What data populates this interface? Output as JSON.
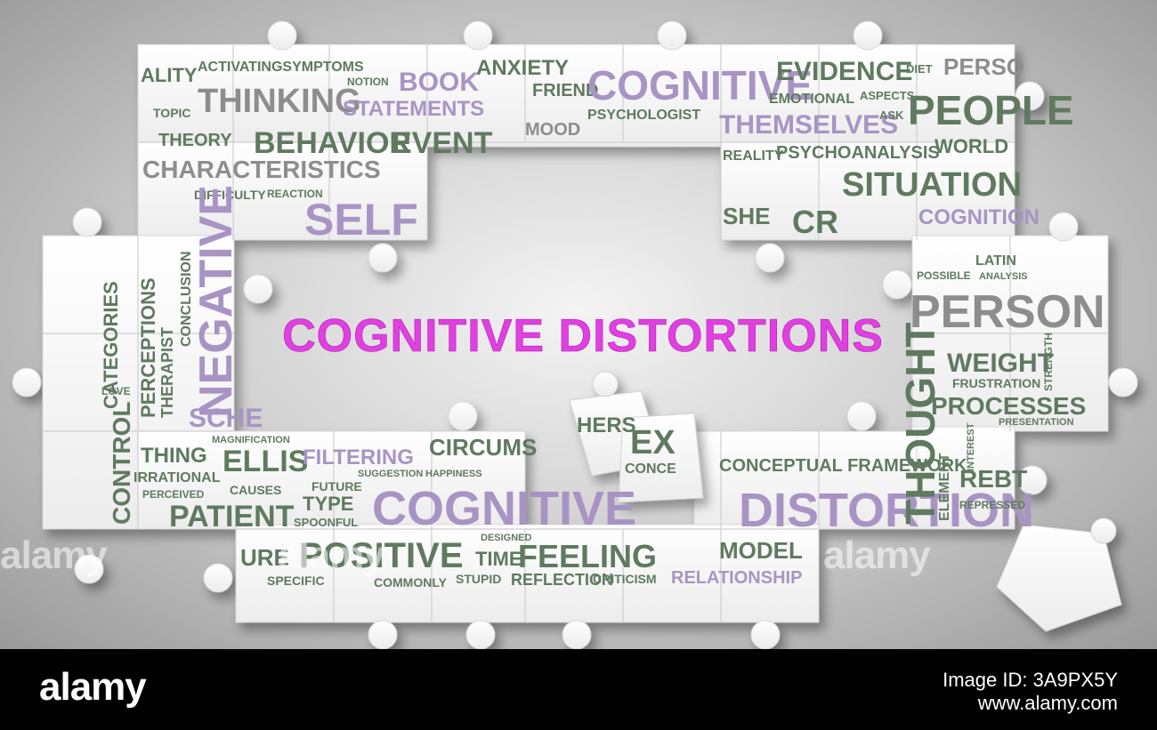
{
  "headline": "COGNITIVE DISTORTIONS",
  "colors": {
    "headline": "#e040e0",
    "green_words": "#5f7a5f",
    "purple_words": "#a894c4",
    "gray_words": "#8d8d8d"
  },
  "puzzle_words": {
    "top": [
      "ALITY",
      "ACTIVATINGSYMPTOMS",
      "NOTION",
      "BOOK",
      "ANXIETY",
      "FRIEND",
      "COGNITIVE",
      "EVIDENCE",
      "DIET",
      "PERSO",
      "THINKING",
      "STATEMENTS",
      "MOOD",
      "PSYCHOLOGIST",
      "THEMSELVES",
      "EMOTIONAL",
      "ASPECTS",
      "ASK",
      "PEOPLE",
      "TOPIC",
      "THEORY",
      "BEHAVIOR",
      "EVENT",
      "REALITY",
      "PSYCHOANALYSIS",
      "WORLD",
      "CHARACTERISTICS",
      "SITUATION",
      "DIFFICULTY",
      "REACTION",
      "SELF",
      "SHE",
      "CR"
    ],
    "left": [
      "NEGATIVE",
      "CATEGORIES",
      "PERCEPTIONS",
      "THERAPIST",
      "CONCLUSION",
      "LOVE",
      "CONTROL",
      "SCHE",
      "THING",
      "MAGNIFICATION",
      "ELLIS",
      "IRRATIONAL",
      "PERCEIVED",
      "CAUSES",
      "PATIENT"
    ],
    "bottom": [
      "FILTERING",
      "CIRCUMS",
      "SUGGESTION",
      "HAPPINESS",
      "COGNITIVE",
      "FUTURE",
      "TYPE",
      "SPOONFUL",
      "POSITIVE",
      "TIME",
      "FEELING",
      "MODEL",
      "DESIGNED",
      "SPECIFIC",
      "COMMONLY",
      "STUPID",
      "REFLECTION",
      "CRITICISM",
      "RELATIONSHIP",
      "URE"
    ],
    "right": [
      "COGNITION",
      "LATIN",
      "POSSIBLE",
      "ANALYSIS",
      "PERSON",
      "WEIGHT",
      "STRENGTH",
      "FRUSTRATION",
      "PROCESSES",
      "PRESENTATION",
      "INTEREST",
      "CONCEPTUAL FRAMEWORK",
      "DISTORTION",
      "ELEMENT",
      "REBT",
      "REPRESSED",
      "THOUGHT"
    ],
    "center_pieces": [
      "HERS",
      "EX",
      "CONCE"
    ]
  },
  "watermark": {
    "text": "alamy"
  },
  "footer": {
    "brand": "alamy",
    "image_id": "Image ID: 3A9PX5Y",
    "site": "www.alamy.com"
  }
}
